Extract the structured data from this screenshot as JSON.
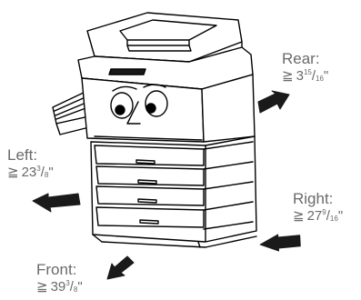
{
  "labels": {
    "rear": {
      "title": "Rear:",
      "ge": "≧",
      "whole": "3",
      "num": "15",
      "den": "16",
      "mark": "\""
    },
    "left": {
      "title": "Left:",
      "ge": "≧",
      "whole": "23",
      "num": "3",
      "den": "8",
      "mark": "\""
    },
    "right": {
      "title": "Right:",
      "ge": "≧",
      "whole": "27",
      "num": "9",
      "den": "16",
      "mark": "\""
    },
    "front": {
      "title": "Front:",
      "ge": "≧",
      "whole": "39",
      "num": "3",
      "den": "8",
      "mark": "\""
    }
  },
  "colors": {
    "line": "#000000",
    "arrow": "#1a1a1a",
    "text": "#6a6a6a",
    "paper": "#ffffff"
  }
}
